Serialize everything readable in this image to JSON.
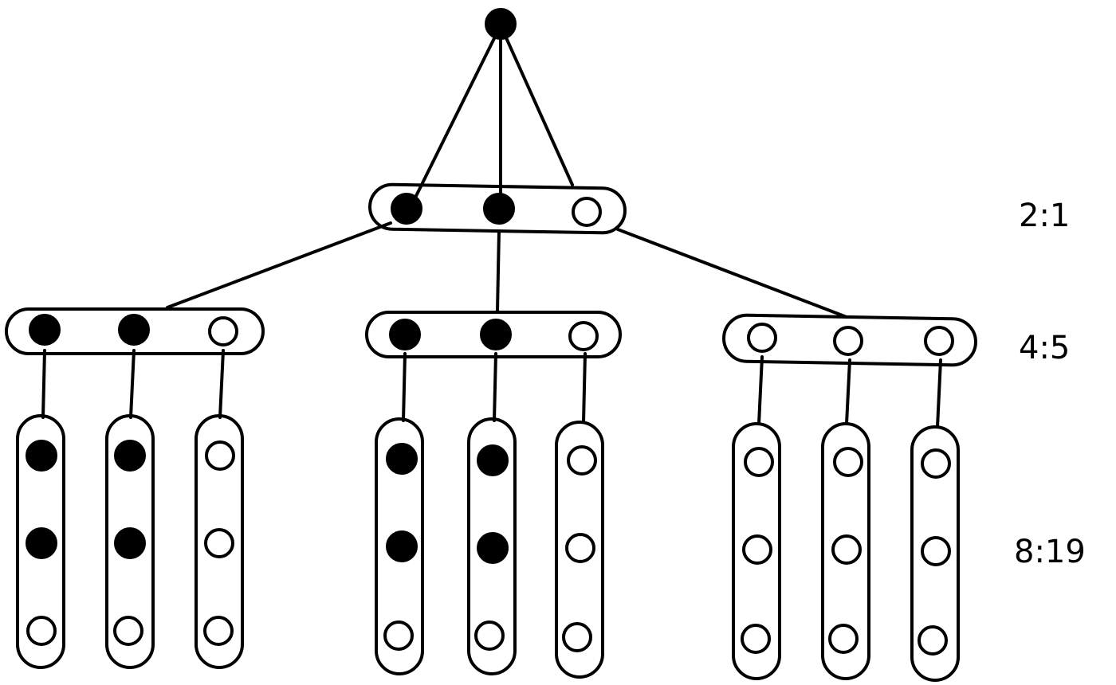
{
  "diagram": {
    "ratios": {
      "level1": "2:1",
      "level2": "4:5",
      "level3": "8:19"
    },
    "levels": {
      "root": {
        "filled": true
      },
      "level1": {
        "nodes": [
          "filled",
          "filled",
          "hollow"
        ]
      },
      "level2": [
        {
          "nodes": [
            "filled",
            "filled",
            "hollow"
          ]
        },
        {
          "nodes": [
            "filled",
            "filled",
            "hollow"
          ]
        },
        {
          "nodes": [
            "hollow",
            "hollow",
            "hollow"
          ]
        }
      ],
      "level3": [
        {
          "nodes": [
            "filled",
            "filled",
            "hollow"
          ]
        },
        {
          "nodes": [
            "filled",
            "filled",
            "hollow"
          ]
        },
        {
          "nodes": [
            "hollow",
            "hollow",
            "hollow"
          ]
        },
        {
          "nodes": [
            "filled",
            "filled",
            "hollow"
          ]
        },
        {
          "nodes": [
            "filled",
            "filled",
            "hollow"
          ]
        },
        {
          "nodes": [
            "hollow",
            "hollow",
            "hollow"
          ]
        },
        {
          "nodes": [
            "hollow",
            "hollow",
            "hollow"
          ]
        },
        {
          "nodes": [
            "hollow",
            "hollow",
            "hollow"
          ]
        },
        {
          "nodes": [
            "hollow",
            "hollow",
            "hollow"
          ]
        }
      ]
    },
    "colors": {
      "ink": "#000000",
      "paper": "#ffffff"
    }
  }
}
